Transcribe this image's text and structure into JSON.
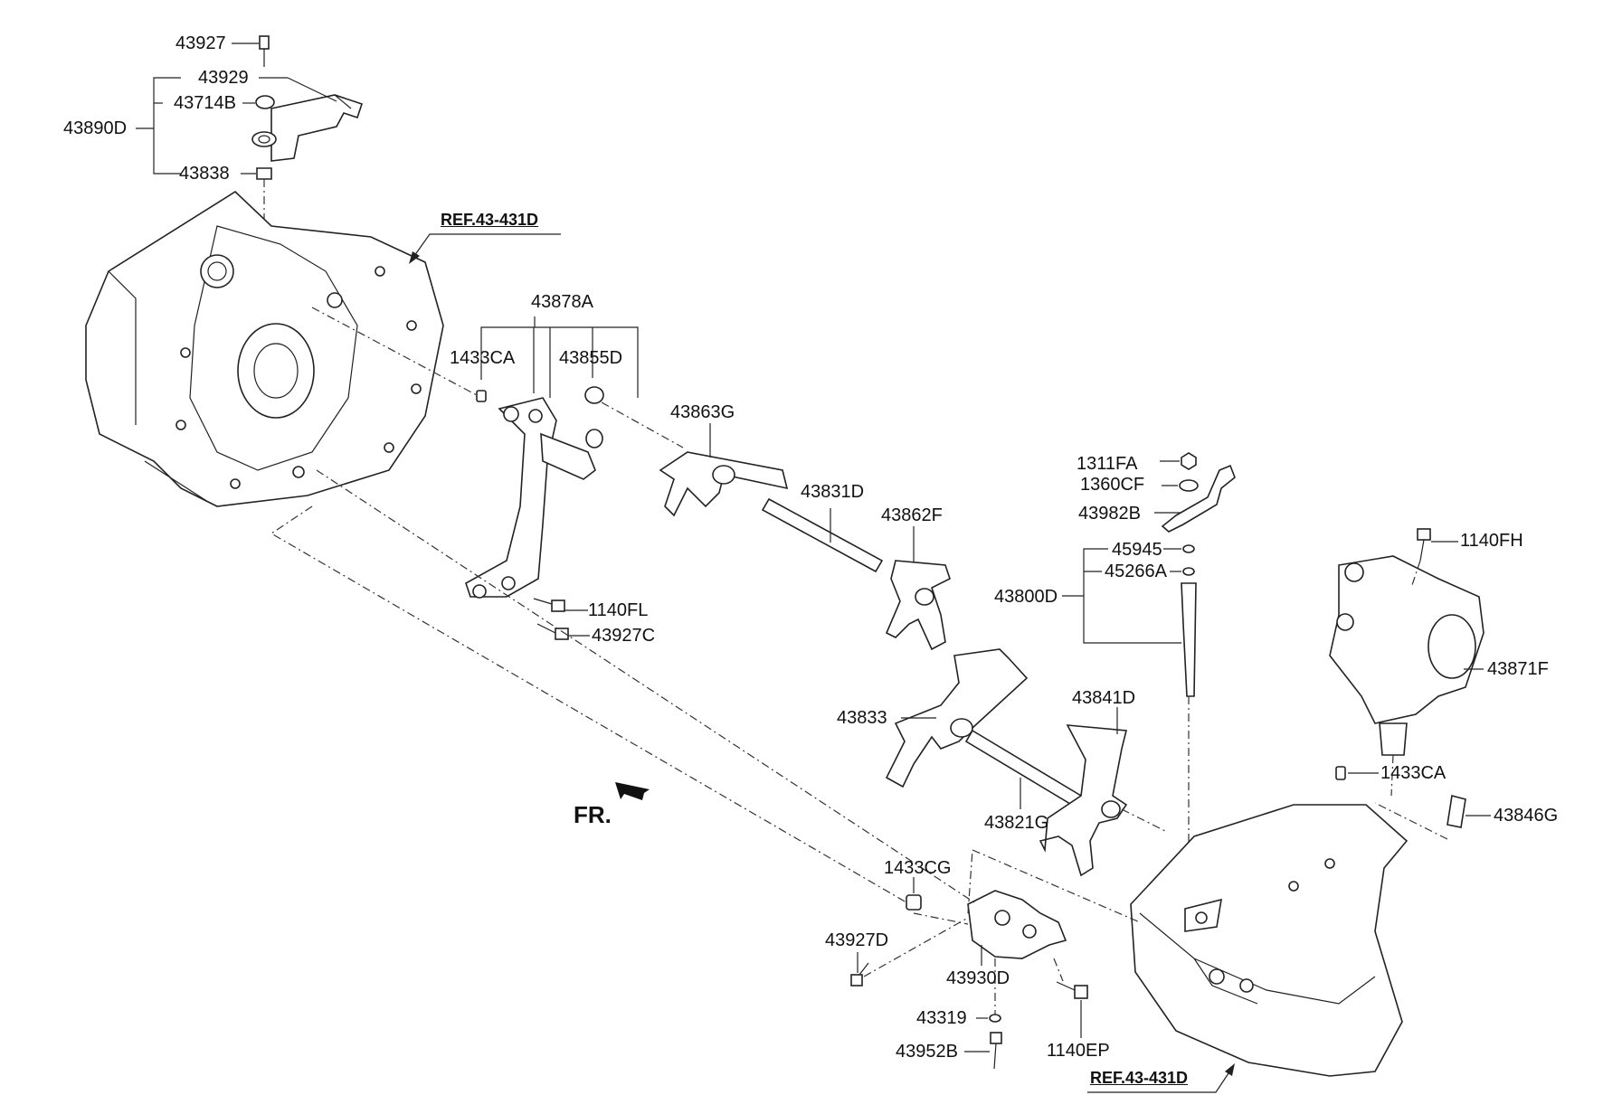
{
  "labels": {
    "p43927": "43927",
    "p43929": "43929",
    "p43714B": "43714B",
    "p43890D": "43890D",
    "p43838": "43838",
    "ref_top": "REF.43-431D",
    "p43878A": "43878A",
    "p1433CA_a": "1433CA",
    "p43855D": "43855D",
    "p43863G": "43863G",
    "p43831D": "43831D",
    "p43862F": "43862F",
    "p1140FL": "1140FL",
    "p43927C": "43927C",
    "p1311FA": "1311FA",
    "p1360CF": "1360CF",
    "p43982B": "43982B",
    "p45945": "45945",
    "p45266A": "45266A",
    "p43800D": "43800D",
    "p1140FH": "1140FH",
    "p43871F": "43871F",
    "p43833": "43833",
    "p43841D": "43841D",
    "p1433CA_b": "1433CA",
    "p43846G": "43846G",
    "p43821G": "43821G",
    "fr": "FR.",
    "p1433CG": "1433CG",
    "p43927D": "43927D",
    "p43930D": "43930D",
    "p43319": "43319",
    "p1140EP": "1140EP",
    "p43952B": "43952B",
    "ref_bottom": "REF.43-431D"
  }
}
